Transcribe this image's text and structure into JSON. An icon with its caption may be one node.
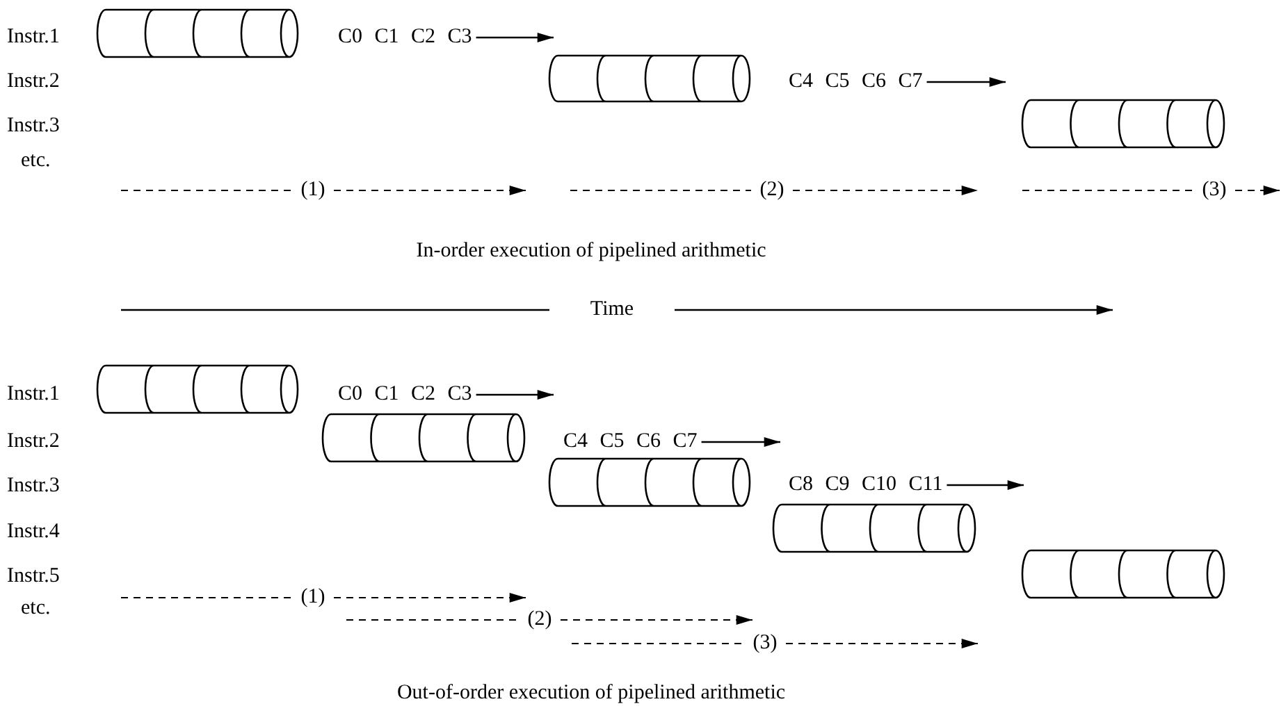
{
  "diagram": {
    "nodes": [
      {
        "text": [],
        "shape": "cylinder"
      },
      {
        "text": [],
        "shape": "cylinder"
      },
      {
        "text": [],
        "shape": "cylinder"
      },
      {
        "text": [],
        "shape": "cylinder"
      },
      {
        "text": [],
        "shape": "cylinder"
      },
      {
        "text": [],
        "shape": "cylinder"
      },
      {
        "text": [],
        "shape": "cylinder"
      },
      {
        "text": [],
        "shape": "cylinder"
      }
    ],
    "labels": [
      "Instr.1",
      "C0 C1 C2 C3",
      "Instr.2",
      "C4 C5 C6 C7",
      "Instr.3",
      "etc.",
      "(1)",
      "(2)",
      "(3)",
      "In-order execution of pipelined arithmetic",
      "Time",
      "Instr.1",
      "C0 C1 C2 C3",
      "Instr.2",
      "C4 C5 C6 C7",
      "Instr.3",
      "C8 C9 C10 C11",
      "Instr.4",
      "Instr.5",
      "etc.",
      "(1)",
      "(2)",
      "(3)",
      "Out-of-order execution of pipelined arithmetic"
    ]
  }
}
